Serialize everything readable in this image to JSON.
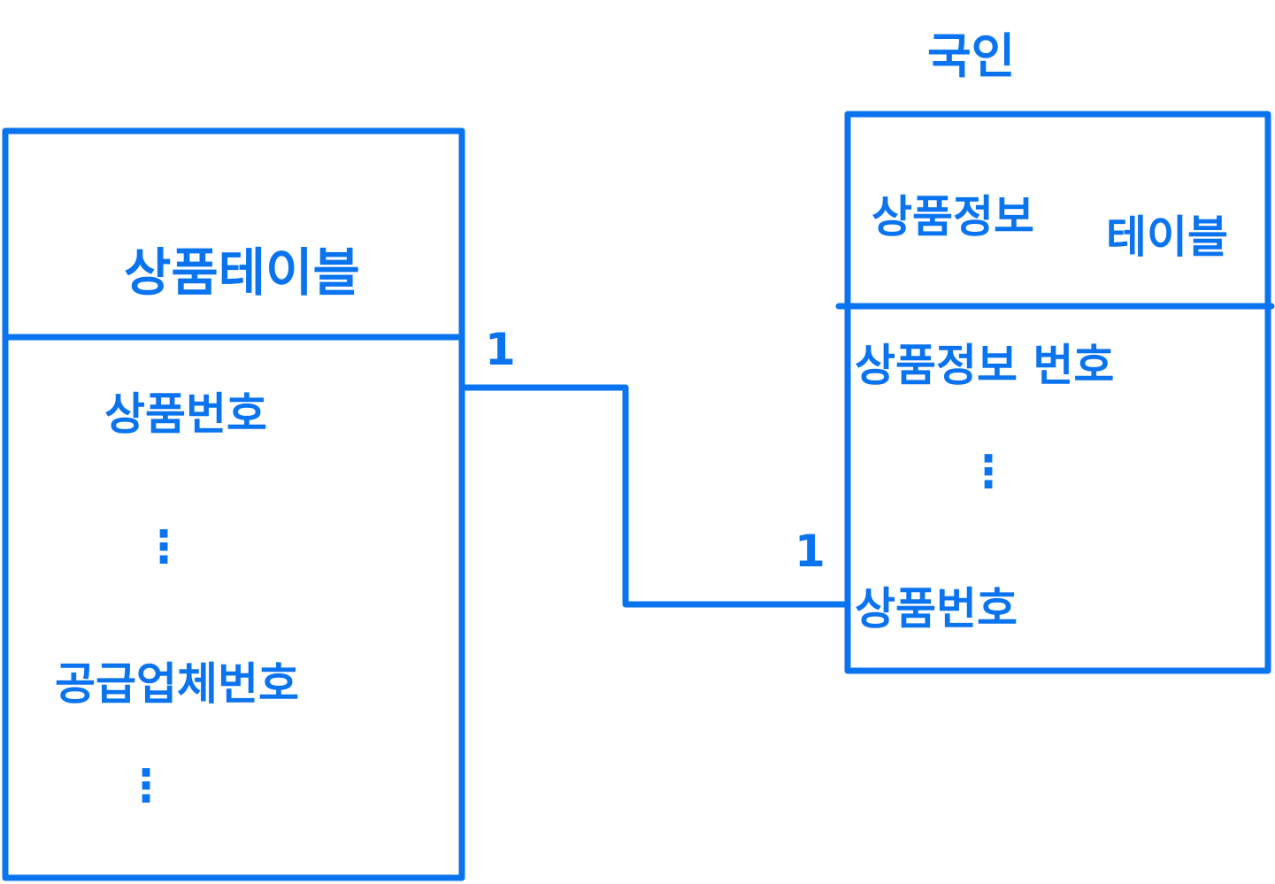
{
  "colors": {
    "ink": "#0a74f0",
    "background": "#ffffff"
  },
  "diagram": {
    "title": "국인",
    "left_table": {
      "name": "상품테이블",
      "fields": [
        "상품번호",
        "⋮",
        "공급업체번호",
        "⋮"
      ]
    },
    "right_table": {
      "name": "상품정보",
      "name_suffix": "테이블",
      "fields": [
        "상품정보 번호",
        "⋮",
        "상품번호"
      ]
    },
    "relationship": {
      "left_cardinality": "1",
      "right_cardinality": "1"
    }
  }
}
